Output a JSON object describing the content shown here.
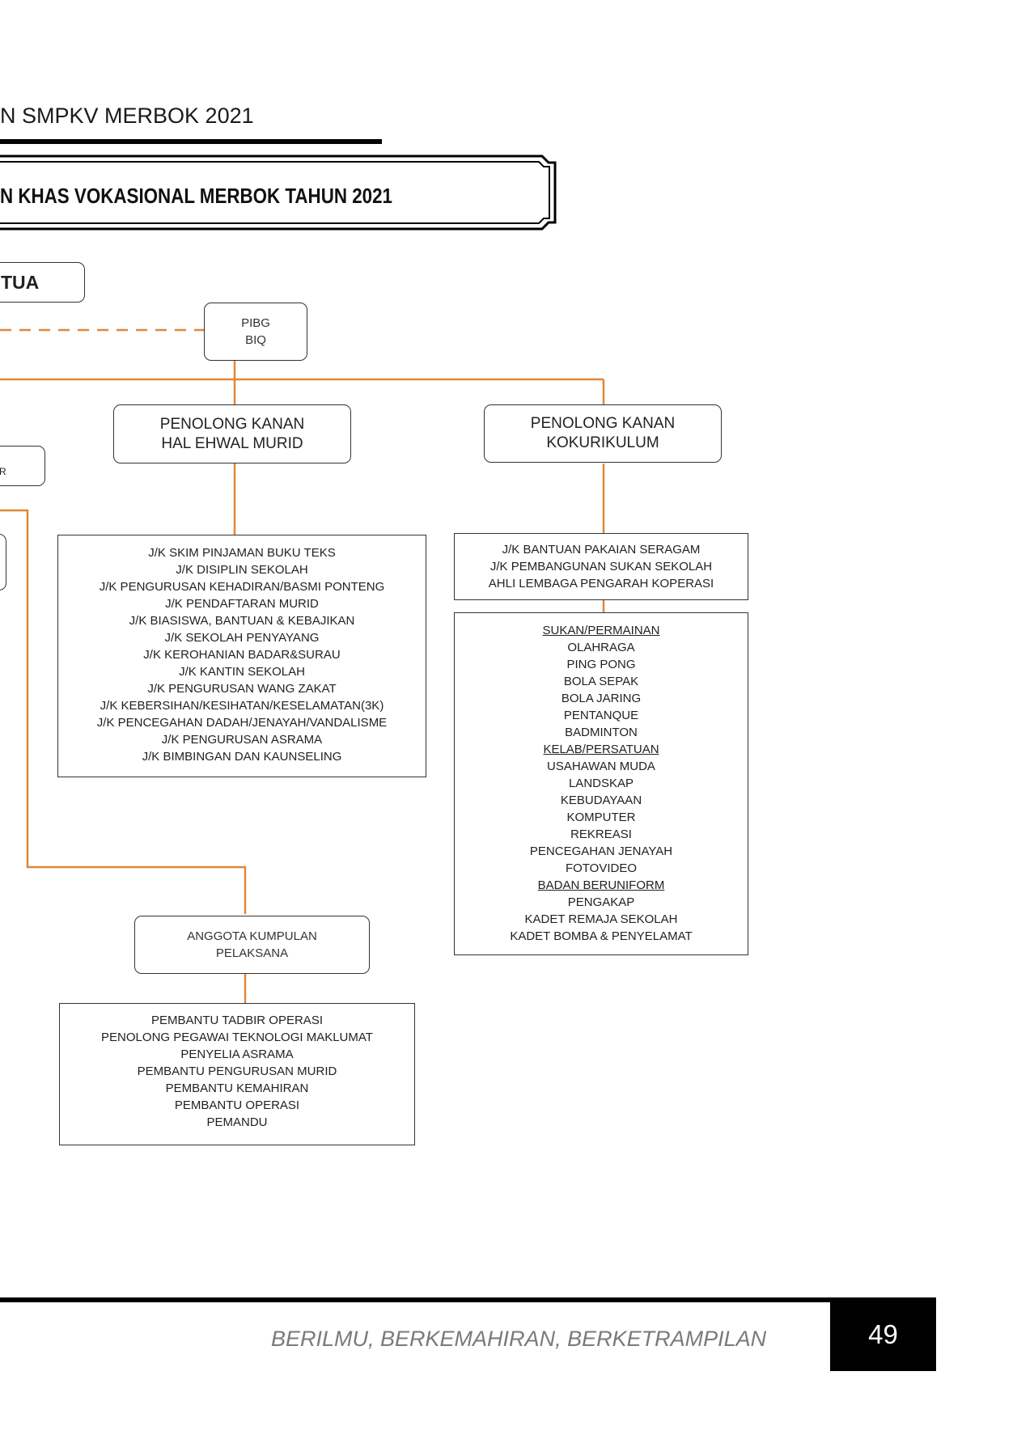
{
  "header": {
    "text": "N SMPKV MERBOK 2021"
  },
  "title": {
    "text": "N KHAS VOKASIONAL MERBOK TAHUN 2021"
  },
  "diagram": {
    "tua_box": "TUA",
    "pibg": [
      "PIBG",
      "BIQ"
    ],
    "hem": [
      "PENOLONG KANAN",
      "HAL EHWAL MURID"
    ],
    "koko": [
      "PENOLONG KANAN",
      "KOKURIKULUM"
    ],
    "partial_left": "R",
    "hem_list": [
      "J/K SKIM PINJAMAN BUKU TEKS",
      "J/K DISIPLIN SEKOLAH",
      "J/K PENGURUSAN KEHADIRAN/BASMI PONTENG",
      "J/K PENDAFTARAN MURID",
      "J/K BIASISWA, BANTUAN & KEBAJIKAN",
      "J/K SEKOLAH PENYAYANG",
      "J/K KEROHANIAN BADAR&SURAU",
      "J/K KANTIN SEKOLAH",
      "J/K PENGURUSAN WANG ZAKAT",
      "J/K KEBERSIHAN/KESIHATAN/KESELAMATAN(3K)",
      "J/K PENCEGAHAN DADAH/JENAYAH/VANDALISME",
      "J/K PENGURUSAN ASRAMA",
      "J/K BIMBINGAN DAN KAUNSELING"
    ],
    "koko_top_list": [
      "J/K BANTUAN PAKAIAN SERAGAM",
      "J/K PEMBANGUNAN SUKAN SEKOLAH",
      "AHLI LEMBAGA PENGARAH KOPERASI"
    ],
    "koko_bottom_list": [
      {
        "text": "SUKAN/PERMAINAN",
        "heading": true
      },
      {
        "text": "OLAHRAGA"
      },
      {
        "text": "PING PONG"
      },
      {
        "text": "BOLA SEPAK"
      },
      {
        "text": "BOLA JARING"
      },
      {
        "text": "PENTANQUE"
      },
      {
        "text": "BADMINTON"
      },
      {
        "text": "KELAB/PERSATUAN",
        "heading": true
      },
      {
        "text": "USAHAWAN MUDA"
      },
      {
        "text": "LANDSKAP"
      },
      {
        "text": "KEBUDAYAAN"
      },
      {
        "text": "KOMPUTER"
      },
      {
        "text": "REKREASI"
      },
      {
        "text": "PENCEGAHAN JENAYAH"
      },
      {
        "text": "FOTOVIDEO"
      },
      {
        "text": "BADAN BERUNIFORM",
        "heading": true
      },
      {
        "text": "PENGAKAP"
      },
      {
        "text": "KADET REMAJA SEKOLAH"
      },
      {
        "text": "KADET BOMBA & PENYELAMAT"
      }
    ],
    "pelaksana": [
      "ANGGOTA KUMPULAN",
      "PELAKSANA"
    ],
    "pelaksana_list": [
      "PEMBANTU TADBIR OPERASI",
      "PENOLONG PEGAWAI TEKNOLOGI MAKLUMAT",
      "PENYELIA ASRAMA",
      "PEMBANTU PENGURUSAN MURID",
      "PEMBANTU KEMAHIRAN",
      "PEMBANTU OPERASI",
      "PEMANDU"
    ],
    "connector_color": "#e0873a",
    "border_color": "#333333"
  },
  "footer": {
    "motto": "BERILMU, BERKEMAHIRAN, BERKETRAMPILAN",
    "page_number": "49"
  }
}
